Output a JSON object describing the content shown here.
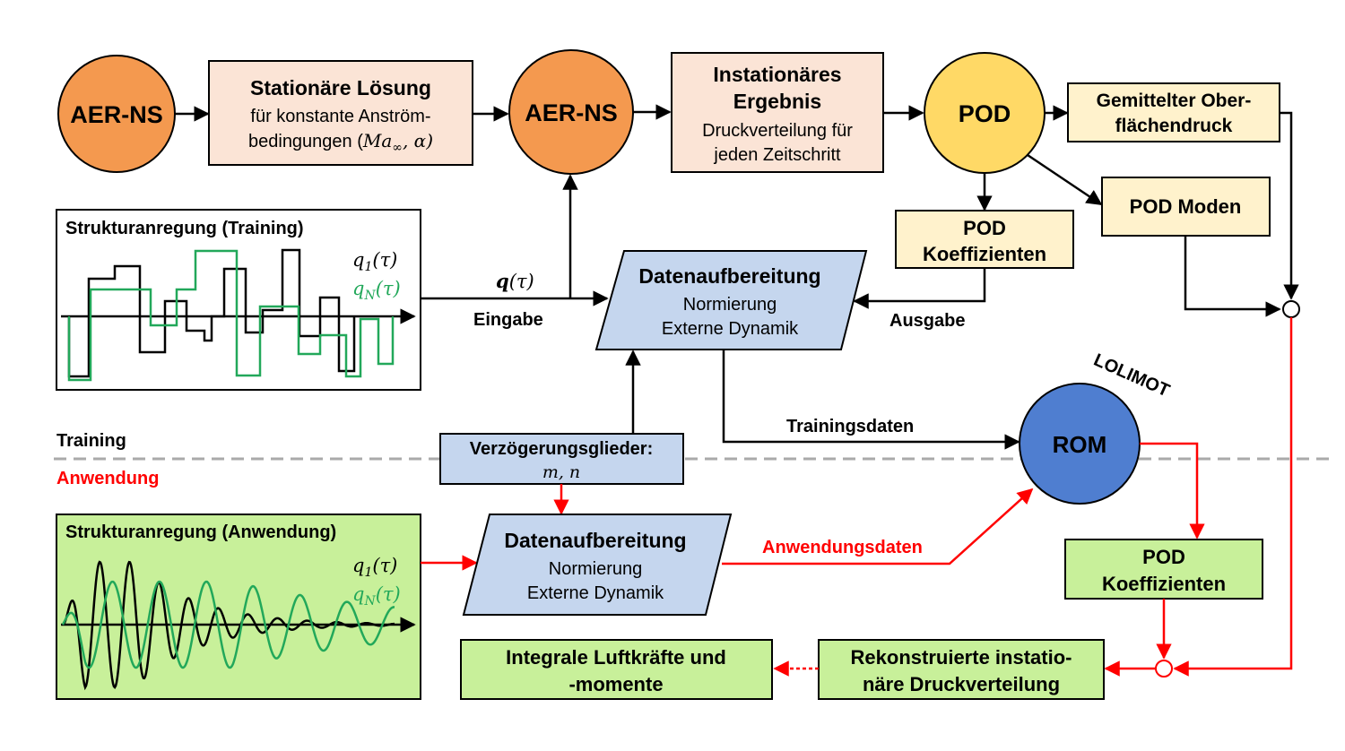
{
  "nodes": {
    "aer_ns_1": "AER-NS",
    "stationary": {
      "title": "Stationäre Lösung",
      "line1": "für konstante Anström-",
      "line2": "bedingungen (",
      "math": "Ma",
      "sub": "∞",
      "tail": ", α)"
    },
    "aer_ns_2": "AER-NS",
    "instationary": {
      "title1": "Instationäres",
      "title2": "Ergebnis",
      "line1": "Druckverteilung für",
      "line2": "jeden Zeitschritt"
    },
    "pod": "POD",
    "mean_pressure": {
      "line1": "Gemittelter Ober-",
      "line2": "flächendruck"
    },
    "pod_modes": "POD Moden",
    "pod_coeffs_top": {
      "line1": "POD",
      "line2": "Koeffizienten"
    },
    "data_prep_top": {
      "title": "Datenaufbereitung",
      "line1": "Normierung",
      "line2": "Externe Dynamik"
    },
    "excitation_training": {
      "title": "Strukturanregung (Training)",
      "q1": "q",
      "q1_sub": "1",
      "qN": "q",
      "qN_sub": "N",
      "tau": "(τ)"
    },
    "rom": "ROM",
    "lolimot": "LOLIMOT",
    "delay": {
      "title": "Verzögerungsglieder:",
      "params": "m, n"
    },
    "excitation_application": {
      "title": "Strukturanregung (Anwendung)",
      "q1": "q",
      "q1_sub": "1",
      "qN": "q",
      "qN_sub": "N",
      "tau": "(τ)"
    },
    "data_prep_bottom": {
      "title": "Datenaufbereitung",
      "line1": "Normierung",
      "line2": "Externe Dynamik"
    },
    "pod_coeffs_bottom": {
      "line1": "POD",
      "line2": "Koeffizienten"
    },
    "reconstructed": {
      "line1": "Rekonstruierte instatio-",
      "line2": "näre Druckverteilung"
    },
    "integral": {
      "line1": "Integrale Luftkräfte und",
      "line2": "-momente"
    }
  },
  "labels": {
    "q_tau": "q",
    "q_tau_arg": "(τ)",
    "eingabe": "Eingabe",
    "ausgabe": "Ausgabe",
    "trainingsdaten": "Trainingsdaten",
    "anwendungsdaten": "Anwendungsdaten",
    "training": "Training",
    "anwendung": "Anwendung"
  },
  "colors": {
    "orange_circle": "#f4994f",
    "peach_box": "#fbe4d6",
    "yellow_circle": "#ffd966",
    "light_yellow_box": "#fff2cc",
    "blue_para": "#c5d6ee",
    "rom_blue": "#4f7ed0",
    "green_box": "#c8f09a",
    "signal_black": "#000000",
    "signal_green": "#22a85a",
    "red": "#ff0000",
    "divider": "#aaaaaa"
  }
}
